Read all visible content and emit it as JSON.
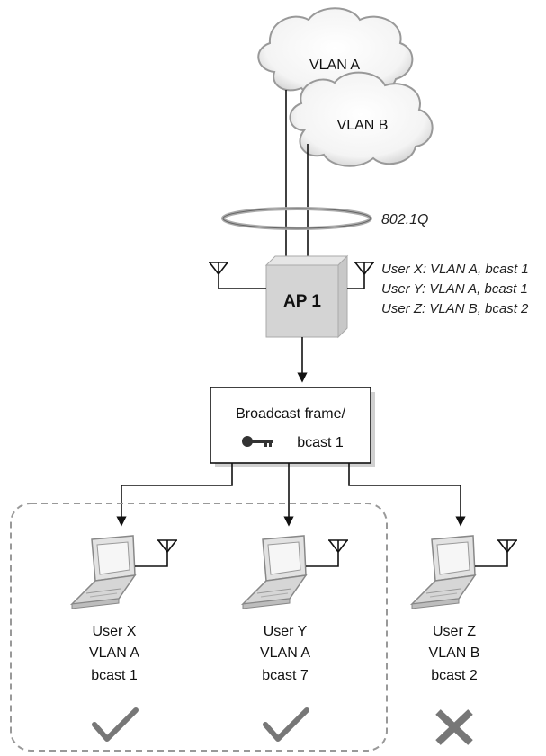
{
  "clouds": {
    "a_label": "VLAN A",
    "b_label": "VLAN B"
  },
  "trunk": {
    "label": "802.1Q"
  },
  "access_point": {
    "label": "AP 1",
    "key_table": [
      "User X:  VLAN A, bcast 1",
      "User Y:  VLAN A, bcast 1",
      "User Z:  VLAN B, bcast 2"
    ]
  },
  "frame_box": {
    "line1": "Broadcast frame/",
    "line2": "bcast 1"
  },
  "users": [
    {
      "name": "User X",
      "vlan": "VLAN A",
      "bcast": "bcast 1",
      "status": "check"
    },
    {
      "name": "User Y",
      "vlan": "VLAN A",
      "bcast": "bcast 7",
      "status": "check"
    },
    {
      "name": "User Z",
      "vlan": "VLAN B",
      "bcast": "bcast 2",
      "status": "cross"
    }
  ]
}
